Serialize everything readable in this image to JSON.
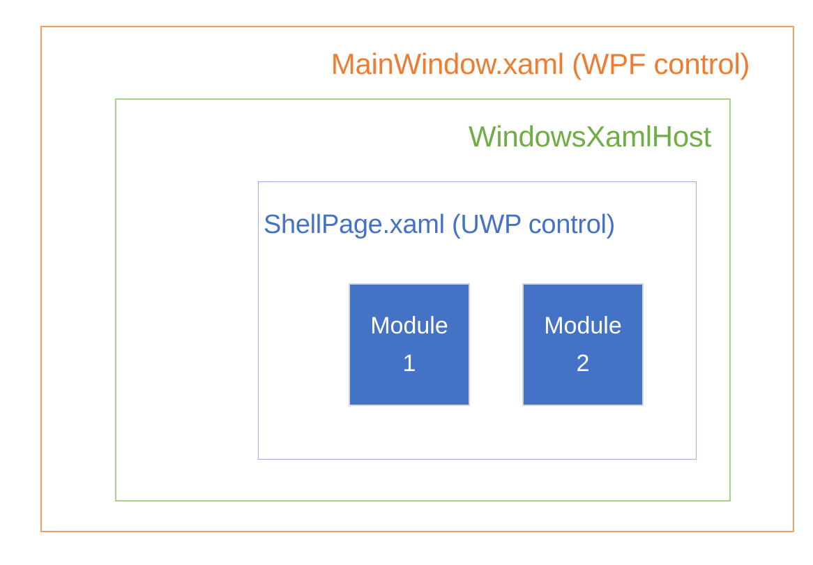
{
  "diagram": {
    "main_window": {
      "label": "MainWindow.xaml (WPF control)",
      "text_color": "#ED7D31",
      "border_color": "#F09E62"
    },
    "xaml_host": {
      "label": "WindowsXamlHost",
      "text_color": "#70AD47",
      "border_color": "#A9D18E"
    },
    "shell_page": {
      "label": "ShellPage.xaml (UWP control)",
      "text_color": "#4472C4",
      "border_color": "#96B0DC"
    },
    "module_style": {
      "fill": "#4472C4",
      "border_color": "#D5D5D5",
      "text_color": "#FFFFFF"
    },
    "modules": [
      {
        "name": "Module",
        "number": "1"
      },
      {
        "name": "Module",
        "number": "2"
      }
    ]
  }
}
